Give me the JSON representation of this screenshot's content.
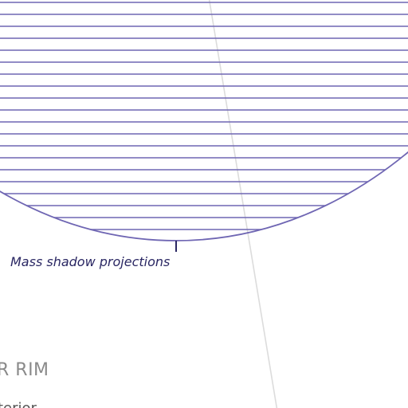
{
  "callout": {
    "label": "Mass shadow projections"
  },
  "section": {
    "heading": "R RIM",
    "subheading": "terior"
  },
  "colors": {
    "hatch_line": "#6f66b3",
    "callout_text": "#2a2763",
    "guide_line": "#dcdcdc",
    "heading_text": "#8a8a8a",
    "sub_text": "#555555"
  }
}
